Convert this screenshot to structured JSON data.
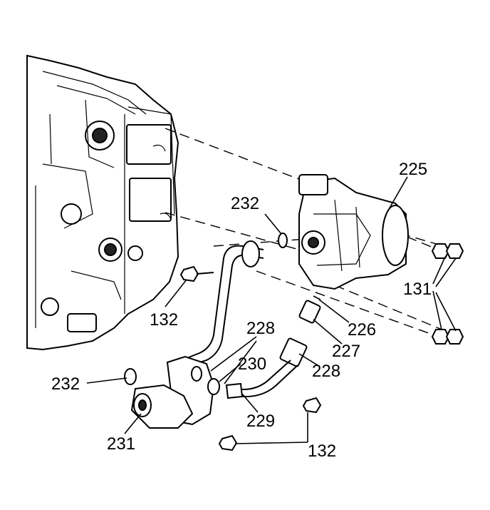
{
  "labels": {
    "l225": "225",
    "l232_top": "232",
    "l131": "131",
    "l132_left": "132",
    "l228_mid": "228",
    "l226": "226",
    "l227": "227",
    "l228_right": "228",
    "l230": "230",
    "l232_left": "232",
    "l229": "229",
    "l231": "231",
    "l132_bottom": "132"
  }
}
